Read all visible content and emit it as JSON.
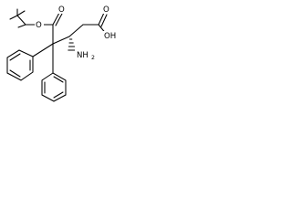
{
  "labels": {
    "ester_oxygen": "O",
    "ester_carbonyl_oxygen": "O",
    "acid_carbonyl_oxygen": "O",
    "acid_hydroxyl": "OH",
    "amine_main": "NH",
    "amine_subscript": "2"
  }
}
